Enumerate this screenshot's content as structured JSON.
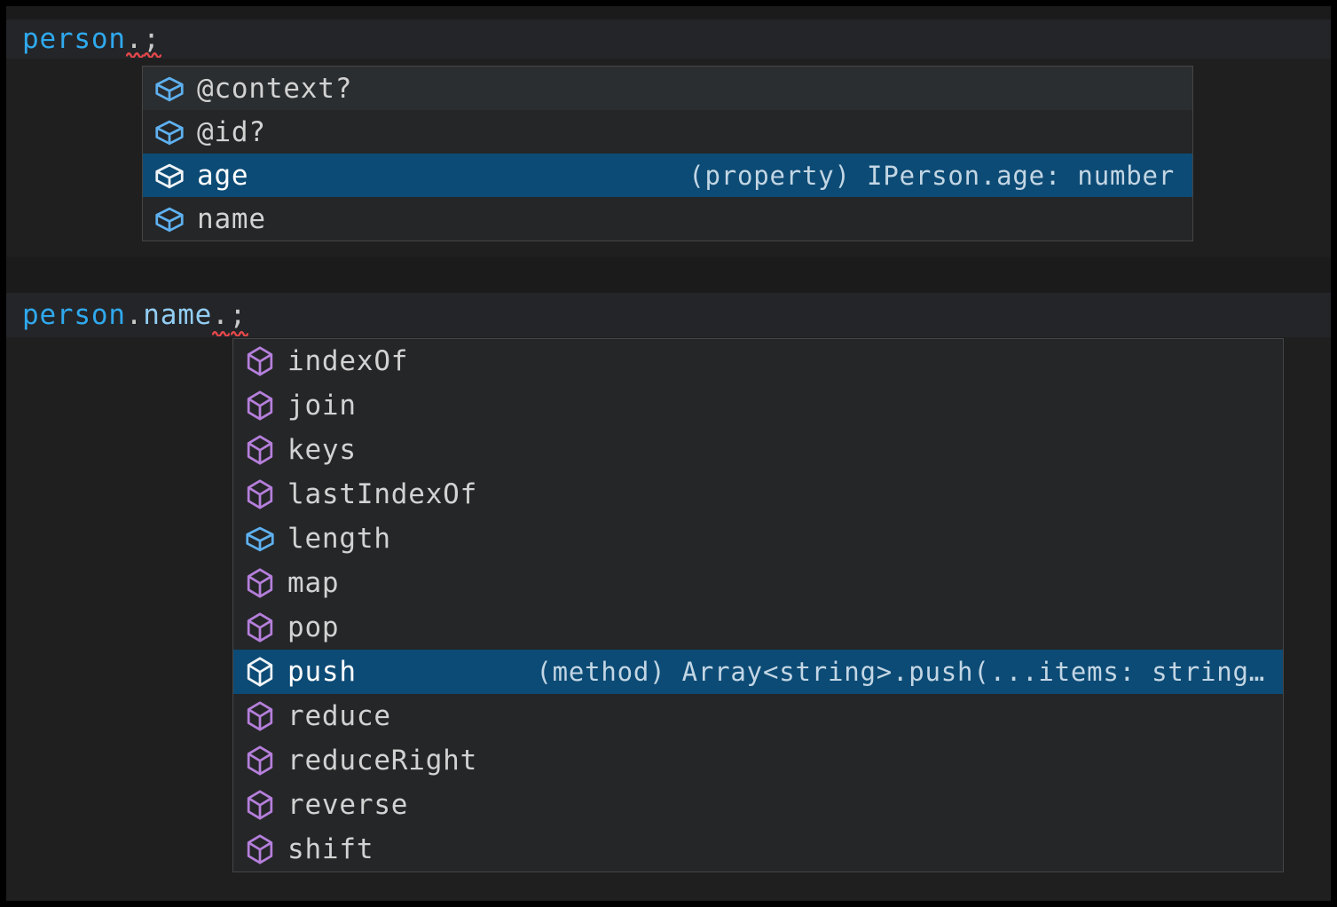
{
  "app": {
    "description": "code editor with IntelliSense suggestion popups"
  },
  "colors": {
    "editor_background": "#1f1f20",
    "popup_background": "#252628",
    "popup_border": "#454545",
    "selected_row_background": "#0c4b75",
    "hovered_row_background": "#2b2e30",
    "field_icon": "#5eb1f0",
    "method_icon": "#b57fdb",
    "variable_text": "#2fa9ee",
    "property_text": "#92cdf4",
    "error_squiggle": "#e4474a"
  },
  "editor": {
    "line1": {
      "tokens": [
        {
          "type": "variable",
          "text": "person"
        },
        {
          "type": "punct",
          "text": "."
        },
        {
          "type": "punct",
          "text": ";"
        }
      ]
    },
    "line2": {
      "tokens": [
        {
          "type": "variable",
          "text": "person"
        },
        {
          "type": "punct",
          "text": "."
        },
        {
          "type": "property",
          "text": "name"
        },
        {
          "type": "punct",
          "text": "."
        },
        {
          "type": "punct",
          "text": ";"
        }
      ]
    }
  },
  "suggest1": {
    "items": [
      {
        "label": "@context?",
        "icon": "symbol-field",
        "state": "hovered"
      },
      {
        "label": "@id?",
        "icon": "symbol-field",
        "state": ""
      },
      {
        "label": "age",
        "icon": "symbol-field",
        "state": "selected",
        "detail": "(property) IPerson.age: number"
      },
      {
        "label": "name",
        "icon": "symbol-field",
        "state": ""
      }
    ]
  },
  "suggest2": {
    "items": [
      {
        "label": "indexOf",
        "icon": "symbol-method",
        "state": ""
      },
      {
        "label": "join",
        "icon": "symbol-method",
        "state": ""
      },
      {
        "label": "keys",
        "icon": "symbol-method",
        "state": ""
      },
      {
        "label": "lastIndexOf",
        "icon": "symbol-method",
        "state": ""
      },
      {
        "label": "length",
        "icon": "symbol-field",
        "state": ""
      },
      {
        "label": "map",
        "icon": "symbol-method",
        "state": ""
      },
      {
        "label": "pop",
        "icon": "symbol-method",
        "state": ""
      },
      {
        "label": "push",
        "icon": "symbol-method",
        "state": "selected",
        "detail": "(method) Array<string>.push(...items: string…"
      },
      {
        "label": "reduce",
        "icon": "symbol-method",
        "state": ""
      },
      {
        "label": "reduceRight",
        "icon": "symbol-method",
        "state": ""
      },
      {
        "label": "reverse",
        "icon": "symbol-method",
        "state": ""
      },
      {
        "label": "shift",
        "icon": "symbol-method",
        "state": ""
      }
    ]
  }
}
